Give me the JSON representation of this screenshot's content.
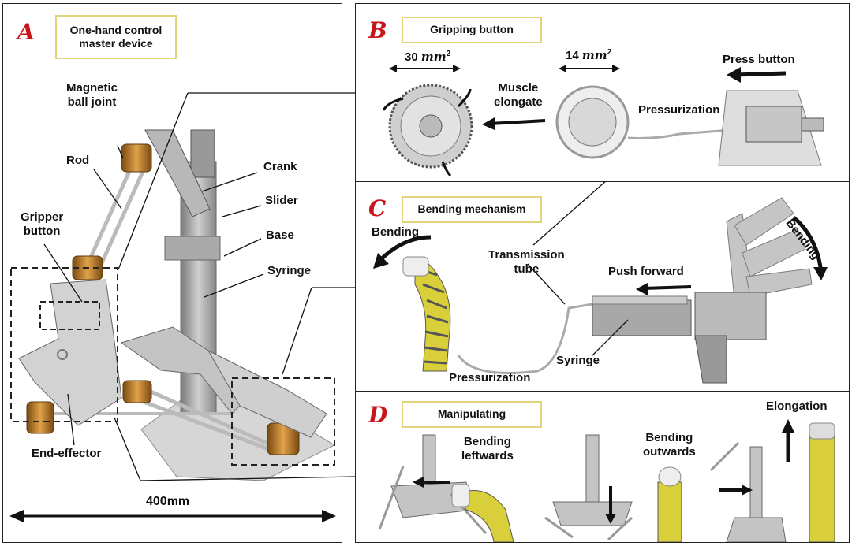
{
  "panelA": {
    "tag": "A",
    "title_line1": "One-hand control",
    "title_line2": "master device",
    "labels": {
      "magnetic_line1": "Magnetic",
      "magnetic_line2": "ball joint",
      "rod": "Rod",
      "crank": "Crank",
      "slider": "Slider",
      "base": "Base",
      "syringe": "Syringe",
      "gripper_line1": "Gripper",
      "gripper_line2": "button",
      "end_effector": "End-effector"
    },
    "dimension": "400mm"
  },
  "panelB": {
    "tag": "B",
    "title": "Gripping button",
    "area1_value": "30 ",
    "area1_unit": "mm",
    "area1_exp": "2",
    "area2_value": "14 ",
    "area2_unit": "mm",
    "area2_exp": "2",
    "muscle_line1": "Muscle",
    "muscle_line2": "elongate",
    "pressurization": "Pressurization",
    "press_button": "Press button"
  },
  "panelC": {
    "tag": "C",
    "title": "Bending mechanism",
    "bending_left": "Bending",
    "bending_right": "Bending",
    "transmission_line1": "Transmission",
    "transmission_line2": "tube",
    "push_forward": "Push forward",
    "syringe": "Syringe",
    "pressurization": "Pressurization"
  },
  "panelD": {
    "tag": "D",
    "title": "Manipulating",
    "bending_left_line1": "Bending",
    "bending_left_line2": "leftwards",
    "bending_out_line1": "Bending",
    "bending_out_line2": "outwards",
    "elongation": "Elongation"
  },
  "colors": {
    "tag_red": "#c8151b",
    "label_box_border": "#e3d37a",
    "bellows_yellow": "#d9cf3a",
    "metal_grey": "#9a9a9a"
  }
}
